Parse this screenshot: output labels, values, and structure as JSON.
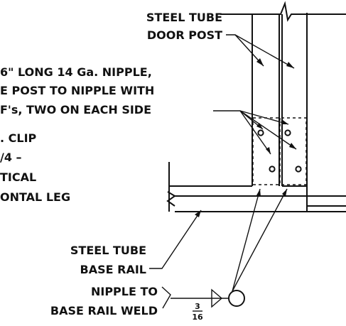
{
  "labels": {
    "door_post_line1": "STEEL TUBE",
    "door_post_line2": "DOOR POST",
    "nipple_line1": "6\" LONG 14 Ga. NIPPLE,",
    "nipple_line2": "E POST TO NIPPLE WITH",
    "nipple_line3": "F's, TWO ON EACH SIDE",
    "clip_line1": ". CLIP",
    "clip_line2": "/4 –",
    "clip_line3": "TICAL",
    "clip_line4": "ONTAL LEG",
    "base_rail_line1": "STEEL TUBE",
    "base_rail_line2": "BASE RAIL",
    "weld_line1": "NIPPLE TO",
    "weld_line2": "BASE RAIL WELD",
    "weld_size_num": "3",
    "weld_size_den": "16"
  },
  "colors": {
    "ink": "#111111",
    "paper": "#ffffff"
  }
}
